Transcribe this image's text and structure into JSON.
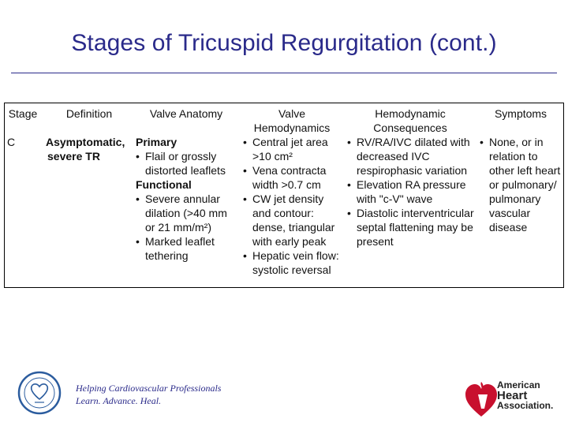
{
  "title": "Stages of Tricuspid Regurgitation (cont.)",
  "table": {
    "headers": {
      "stage": "Stage",
      "definition": "Definition",
      "anatomy": "Valve Anatomy",
      "hemo_l1": "Valve",
      "hemo_l2": "Hemodynamics",
      "cons_l1": "Hemodynamic",
      "cons_l2": "Consequences",
      "symptoms": "Symptoms"
    },
    "row": {
      "stage": "C",
      "definition_l1": "Asymptomatic,",
      "definition_l2": "severe TR",
      "anatomy": {
        "primary_label": "Primary",
        "primary_items": [
          "Flail or grossly distorted leaflets"
        ],
        "functional_label": "Functional",
        "functional_items": [
          "Severe annular dilation (>40 mm or 21 mm/m²)",
          "Marked leaflet tethering"
        ]
      },
      "hemodynamics": [
        "Central jet area >10 cm²",
        "Vena contracta width >0.7 cm",
        "CW jet density and contour: dense, triangular with early peak",
        "Hepatic vein flow: systolic reversal"
      ],
      "consequences": [
        "RV/RA/IVC dilated with decreased IVC respirophasic variation",
        "Elevation RA pressure with \"c-V\" wave",
        "Diastolic interventricular septal flattening may be present"
      ],
      "symptoms": [
        "None, or in relation to other left heart or pulmonary/ pulmonary vascular disease"
      ]
    }
  },
  "footer": {
    "tagline_l1": "Helping Cardiovascular Professionals",
    "tagline_l2": "Learn. Advance. Heal.",
    "aha_l1": "American",
    "aha_l2": "Heart",
    "aha_l3": "Association.",
    "colors": {
      "title": "#2a2a8a",
      "aha_red": "#c8102e",
      "seal_blue": "#2b5c9e"
    }
  }
}
